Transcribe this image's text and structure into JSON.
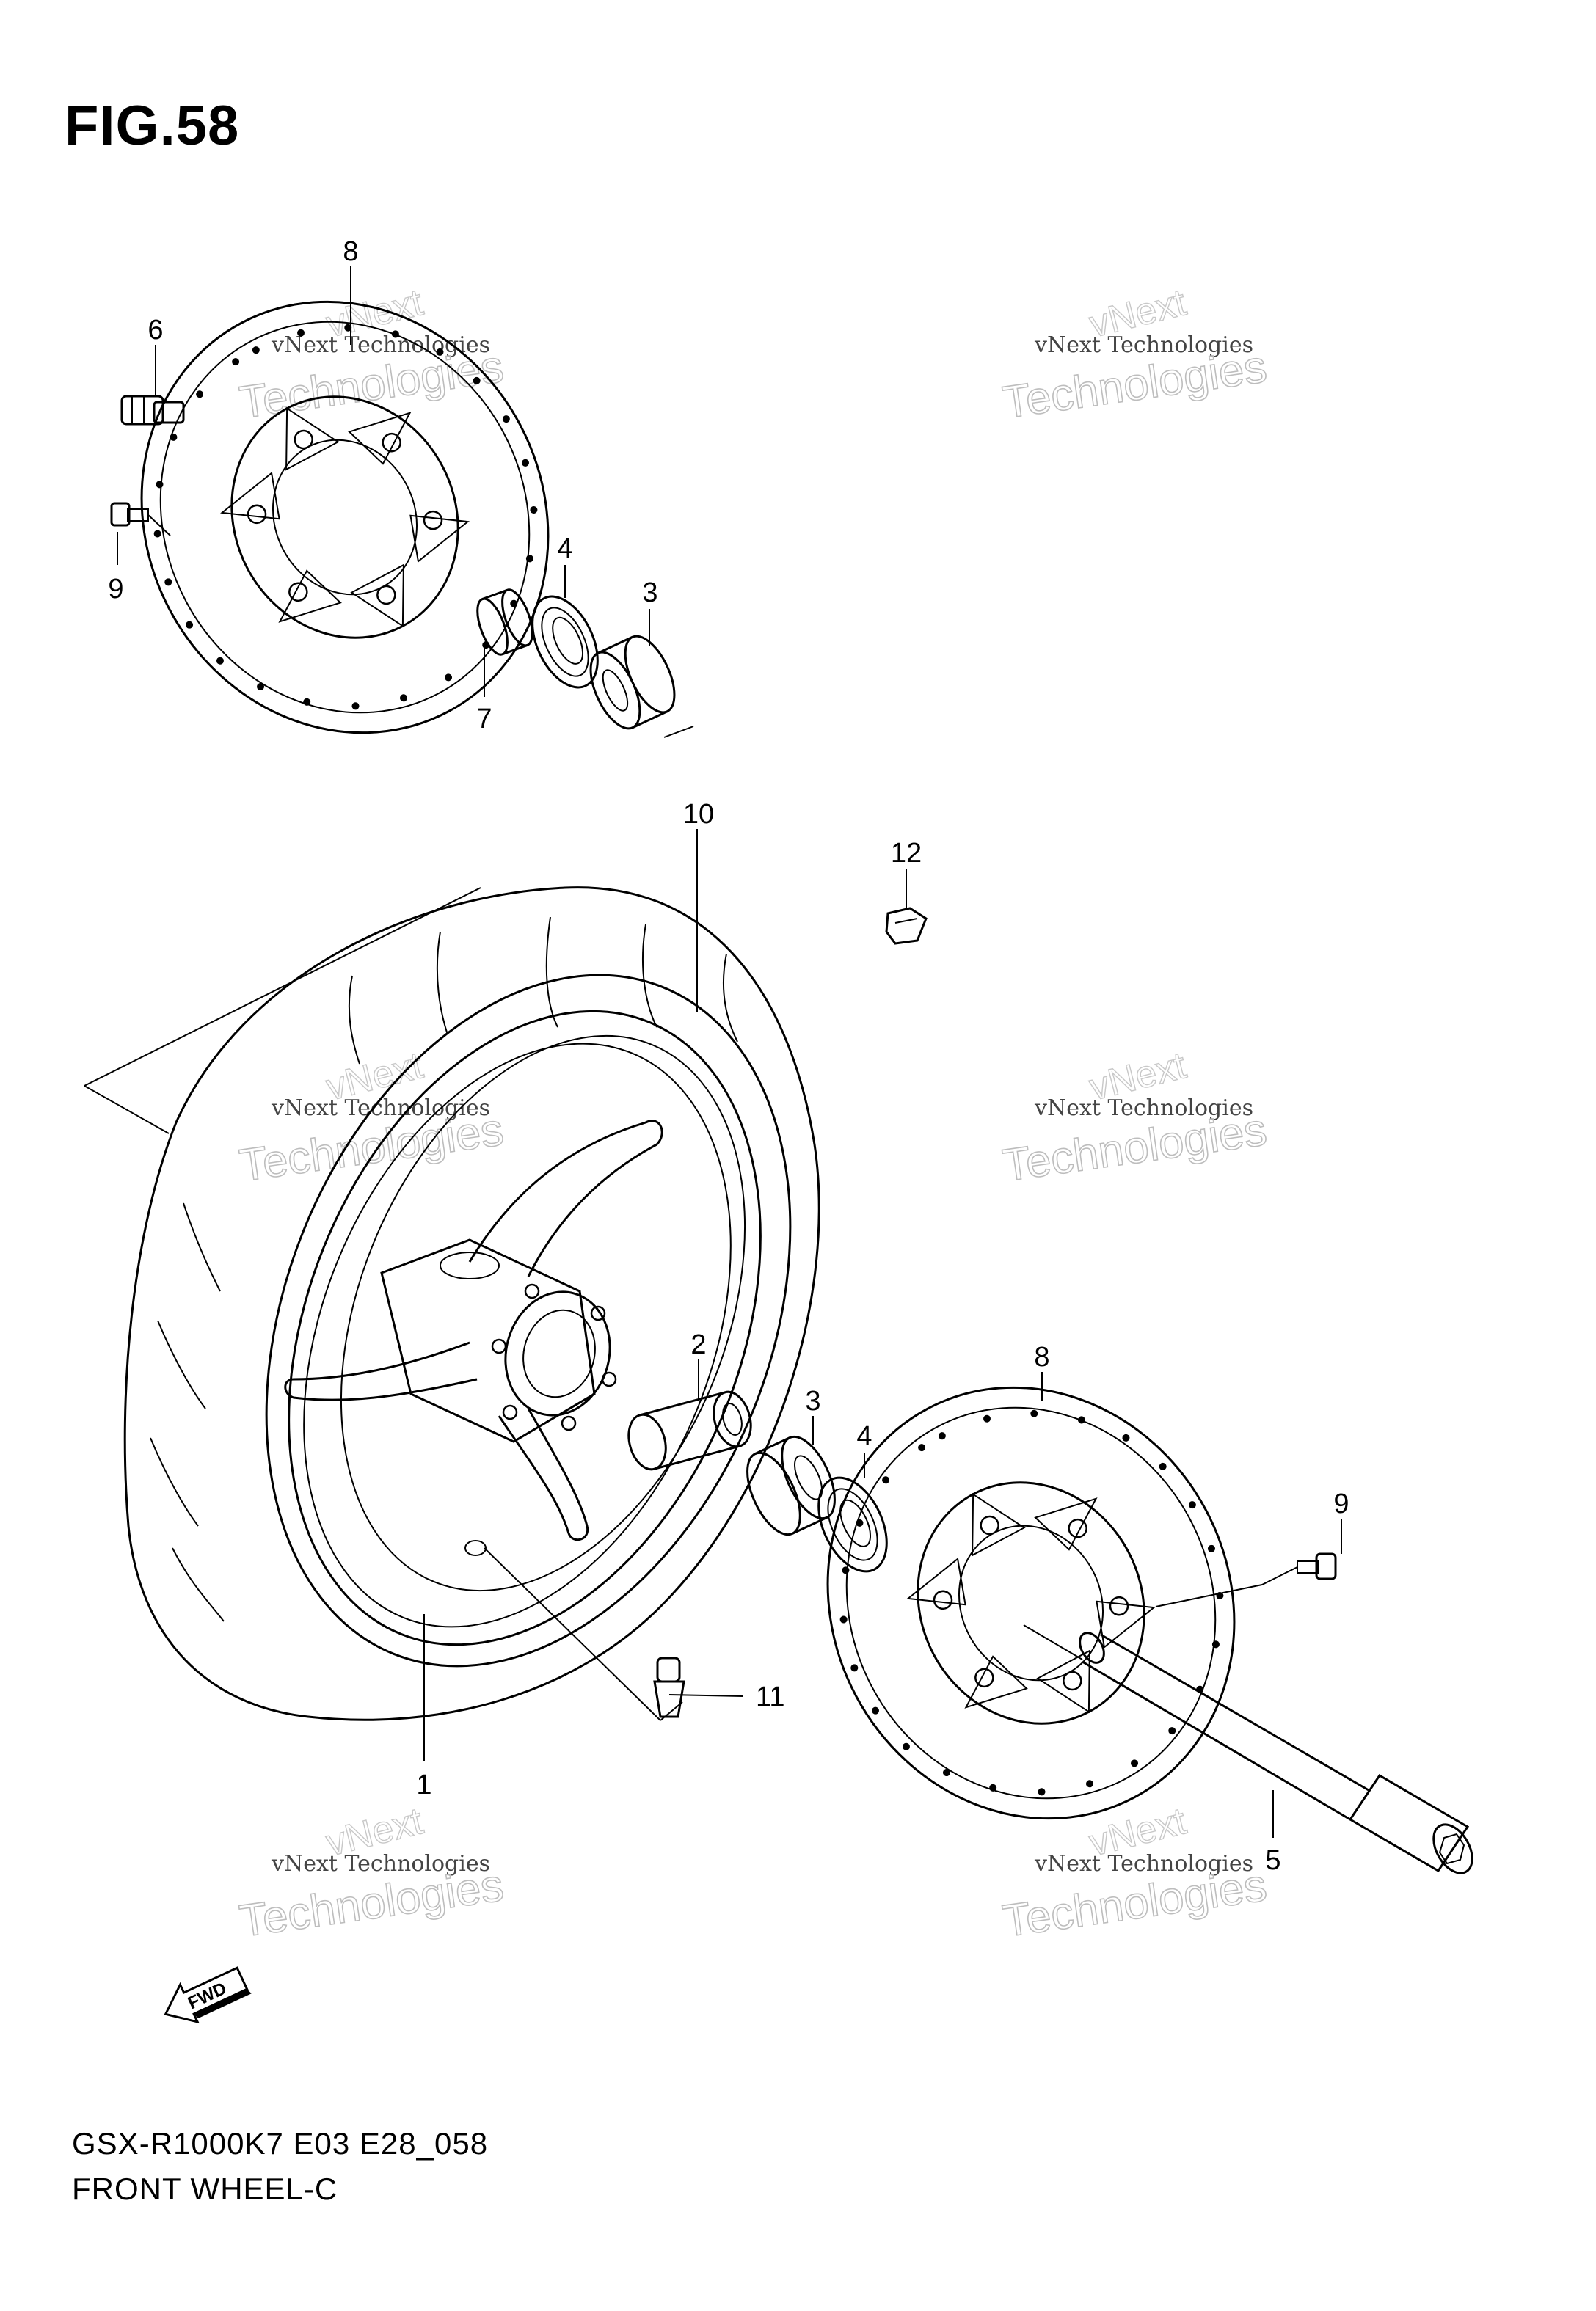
{
  "figure": {
    "title": "FIG.58",
    "model_code": "GSX-R1000K7 E03 E28_058",
    "section_name": "FRONT WHEEL-C"
  },
  "callouts": {
    "c1": "1",
    "c2": "2",
    "c3a": "3",
    "c3b": "3",
    "c4a": "4",
    "c4b": "4",
    "c5": "5",
    "c6": "6",
    "c7": "7",
    "c8a": "8",
    "c8b": "8",
    "c9a": "9",
    "c9b": "9",
    "c10": "10",
    "c11": "11",
    "c12": "12"
  },
  "watermark": {
    "line0": "vNext",
    "line1": "vNext Technologies",
    "line2": "Technologies"
  },
  "fwd_label": "FWD"
}
